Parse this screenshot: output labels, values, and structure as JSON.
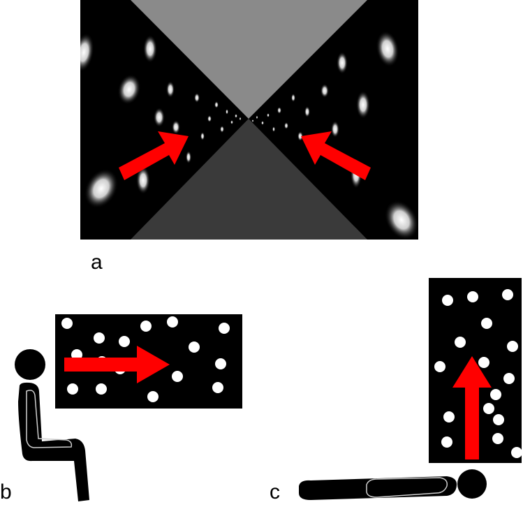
{
  "panels": [
    {
      "id": "a",
      "label": "a"
    },
    {
      "id": "b",
      "label": "b"
    },
    {
      "id": "c",
      "label": "c"
    }
  ],
  "colors": {
    "background": "#ffffff",
    "stimulus_background": "#000000",
    "dot": "#ffffff",
    "arrow": "#ff0000",
    "corridor_ceiling": "#8a8a8a",
    "corridor_floor": "#3a3a3a",
    "figure_silhouette": "#000000",
    "figure_outline": "#cfcfcf"
  },
  "icons": {
    "panel_a": "optic-flow-corridor",
    "panel_b": "seated-person-icon",
    "panel_c": "lying-person-icon",
    "motion_arrow": "red-arrow-icon"
  }
}
